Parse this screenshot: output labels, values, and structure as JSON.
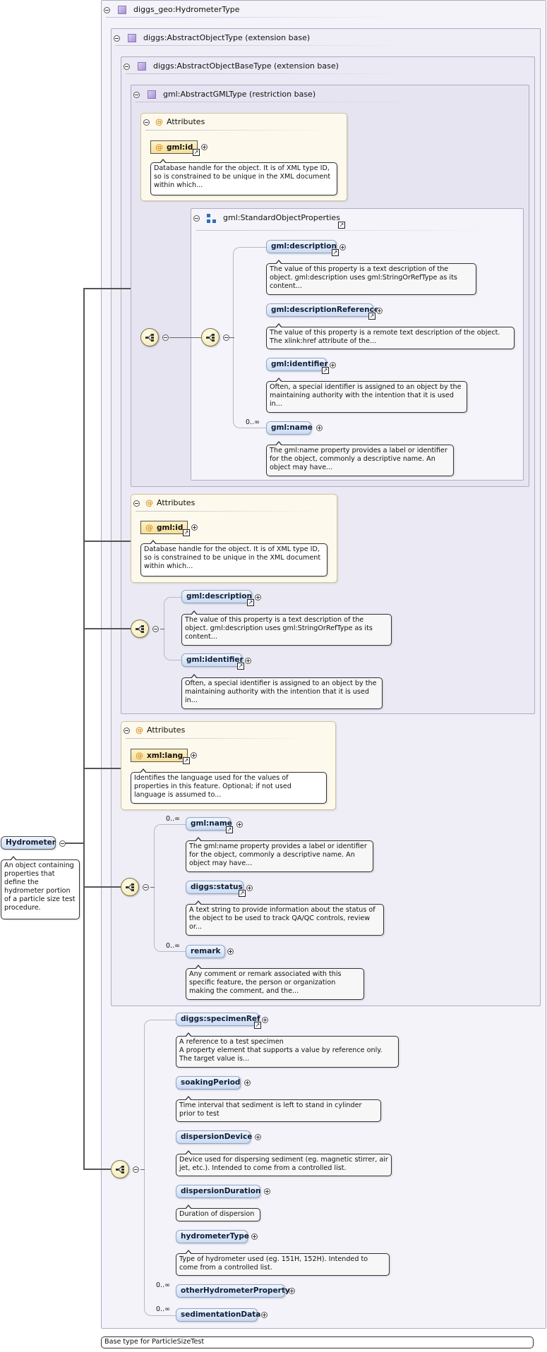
{
  "root": {
    "name": "Hydrometer",
    "description": "An object containing properties that define the hydrometer portion of a particle size test procedure."
  },
  "types": {
    "hydrometer_type": "diggs_geo:HydrometerType",
    "abstract_object": "diggs:AbstractObjectType (extension base)",
    "abstract_object_base": "diggs:AbstractObjectBaseType (extension base)",
    "abstract_gml": "gml:AbstractGMLType (restriction base)",
    "standard_object_properties": "gml:StandardObjectProperties",
    "base_type_note": "Base type for ParticleSizeTest"
  },
  "attributes_label": "Attributes",
  "attributes": {
    "gml_id": {
      "name": "gml:id",
      "description": "Database handle for the object. It is of XML type ID, so is constrained to be unique in the XML document within which..."
    },
    "xml_lang": {
      "name": "xml:lang",
      "description": "Identifies the language used for the values of properties in this feature. Optional; if not used language is assumed to..."
    }
  },
  "elements": {
    "gml_description": {
      "name": "gml:description",
      "description": "The value of this property is a text description of the object. gml:description uses gml:StringOrRefType as its content..."
    },
    "gml_description_reference": {
      "name": "gml:descriptionReference",
      "description": "The value of this property is a remote text description of the object. The xlink:href attribute of the..."
    },
    "gml_identifier": {
      "name": "gml:identifier",
      "description": "Often, a special identifier is assigned to an object by the maintaining authority with the intention that it is used in..."
    },
    "gml_name": {
      "name": "gml:name",
      "description": "The gml:name property provides a label or identifier for the object, commonly a descriptive name. An object may have..."
    },
    "diggs_status": {
      "name": "diggs:status",
      "description": "A text string to provide information about the status of the object to be used to track QA/QC controls, review or..."
    },
    "remark": {
      "name": "remark",
      "description": "Any comment or remark associated with this specific feature, the person or organization making the comment, and the..."
    },
    "diggs_specimen_ref": {
      "name": "diggs:specimenRef",
      "description": "A reference to a test specimen\nA property element that supports a value by reference only. The target value is..."
    },
    "soaking_period": {
      "name": "soakingPeriod",
      "description": "Time interval that sediment is left to stand in cylinder prior to test"
    },
    "dispersion_device": {
      "name": "dispersionDevice",
      "description": "Device used for dispersing sediment (eg. magnetic stirrer, air jet, etc.). Intended to come from a controlled list."
    },
    "dispersion_duration": {
      "name": "dispersionDuration",
      "description": "Duration of dispersion"
    },
    "hydrometer_type_el": {
      "name": "hydrometerType",
      "description": "Type of hydrometer used (eg. 151H, 152H). Intended to come from a controlled list."
    },
    "other_hydrometer_property": {
      "name": "otherHydrometerProperty"
    },
    "sedimentation_data": {
      "name": "sedimentationData"
    }
  },
  "occurrence_unbounded": "0..∞",
  "icons": {
    "collapse": "minus-circle-icon",
    "expand": "plus-circle-icon",
    "reference": "arrow-link-icon",
    "sequence": "sequence-compositor-icon",
    "attribute": "at-sign-icon",
    "type": "complex-type-icon",
    "group": "group-icon"
  },
  "colors": {
    "element_fill": "#c9daf2",
    "attribute_fill": "#f7df9a",
    "attribute_panel": "#fdf9ec",
    "type_frame": "#efedf6",
    "compositor": "#f2e6a8"
  }
}
